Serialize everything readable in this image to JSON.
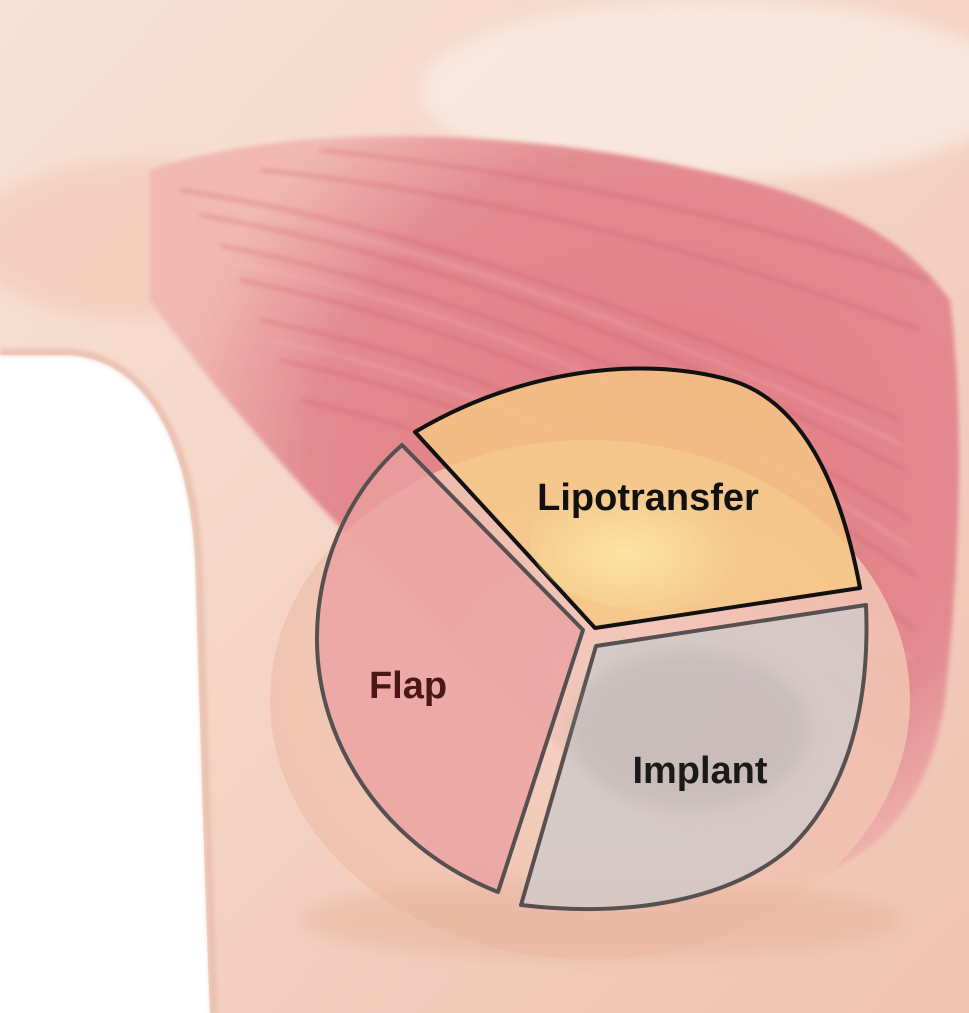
{
  "diagram": {
    "segments": [
      {
        "id": "lipotransfer",
        "label": "Lipotransfer",
        "fill": "#f6c884",
        "text_color": "#111111"
      },
      {
        "id": "flap",
        "label": "Flap",
        "fill": "#eba0a0",
        "text_color": "#4a1714"
      },
      {
        "id": "implant",
        "label": "Implant",
        "fill": "#cfc9c9",
        "text_color": "#1a1a1a"
      }
    ],
    "outline_color_top": "#111111",
    "outline_color": "#565050",
    "skin_color": "#f7ddcf",
    "muscle_color": "#dd6f78"
  }
}
